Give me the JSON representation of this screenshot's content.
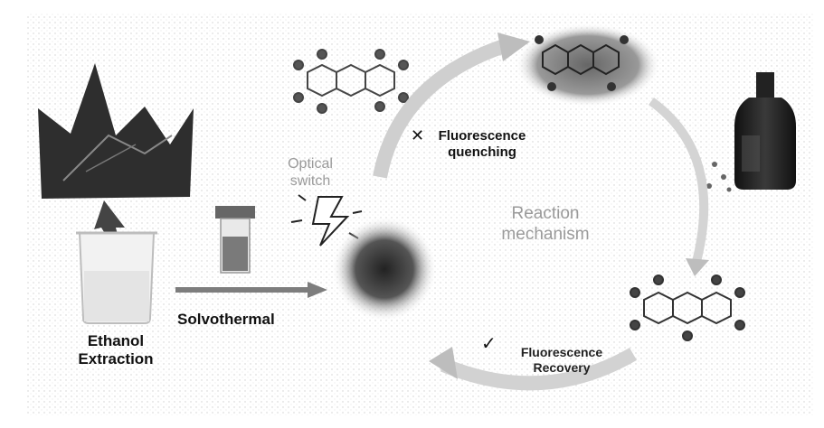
{
  "labels": {
    "ethanol_line1": "Ethanol",
    "ethanol_line2": "Extraction",
    "solvothermal": "Solvothermal",
    "optical_line1": "Optical",
    "optical_line2": "switch",
    "reaction_line1": "Reaction",
    "reaction_line2": "mechanism",
    "quenching_line1": "Fluorescence",
    "quenching_line2": "quenching",
    "recovery_line1": "Fluorescence",
    "recovery_line2": "Recovery"
  },
  "icons": {
    "cross": "✕",
    "check": "✓"
  },
  "colors": {
    "dark": "#2a2a2a",
    "mid": "#8a8a8a",
    "light": "#c8c8c8",
    "background": "#ffffff"
  }
}
